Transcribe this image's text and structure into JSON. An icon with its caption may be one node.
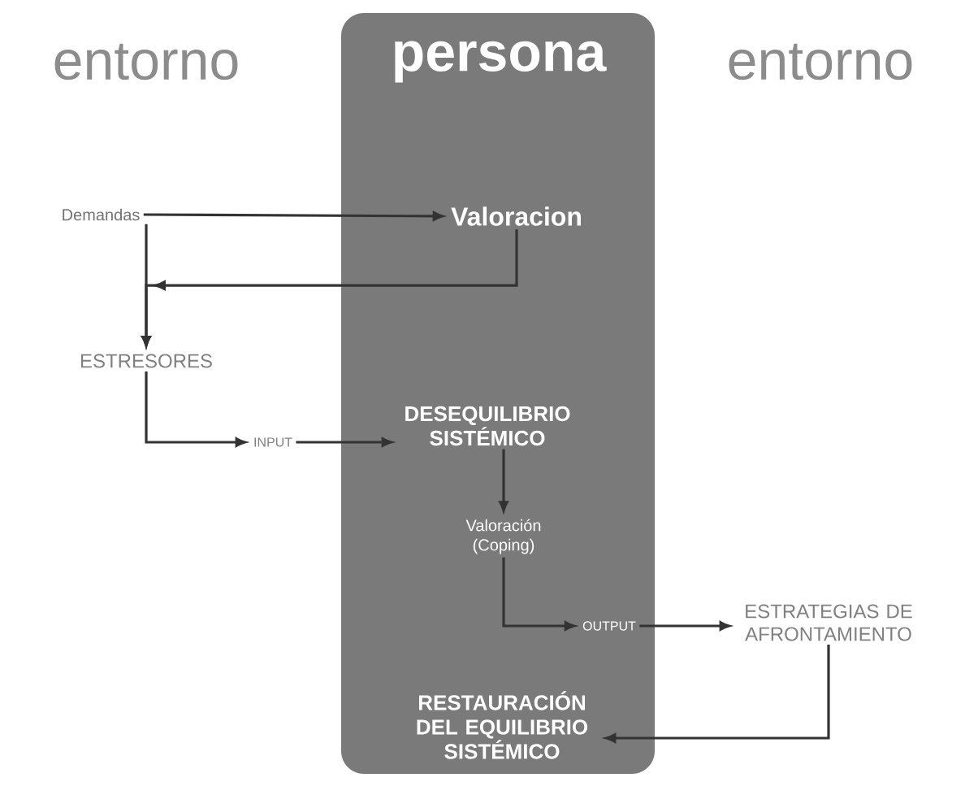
{
  "diagram": {
    "nodes": [
      {
        "text": [
          "persona"
        ]
      },
      {
        "text": [
          "Demandas"
        ]
      },
      {
        "text": [
          "Valoracion"
        ],
        "in": 0
      },
      {
        "text": [
          "ESTRESORES"
        ]
      },
      {
        "text": [
          "INPUT"
        ]
      },
      {
        "text": [
          "DESEQUILIBRIO SISTÉMICO"
        ],
        "in": 0
      },
      {
        "text": [
          "Valoración (Coping)"
        ],
        "in": 0
      },
      {
        "text": [
          "OUTPUT"
        ],
        "in": 0
      },
      {
        "text": [
          "ESTRATEGIAS DE AFRONTAMIENTO"
        ]
      },
      {
        "text": [
          "RESTAURACIÓN DEL EQUILIBRIO SISTÉMICO"
        ],
        "in": 0
      }
    ],
    "edges": [
      {
        "from": 1,
        "to": 2,
        "arrow": "to"
      },
      {
        "from": 1,
        "to": 3,
        "arrow": "to"
      },
      {
        "from": 2,
        "to": 3,
        "arrow": "to"
      },
      {
        "from": 3,
        "to": 4,
        "arrow": "to"
      },
      {
        "from": 4,
        "to": 5,
        "arrow": "to"
      },
      {
        "from": 5,
        "to": 6,
        "arrow": "to"
      },
      {
        "from": 6,
        "to": 7,
        "arrow": "to"
      },
      {
        "from": 7,
        "to": 8,
        "arrow": "to"
      },
      {
        "from": 8,
        "to": 9,
        "arrow": "to"
      }
    ],
    "labels": [
      "entorno",
      "entorno"
    ]
  }
}
